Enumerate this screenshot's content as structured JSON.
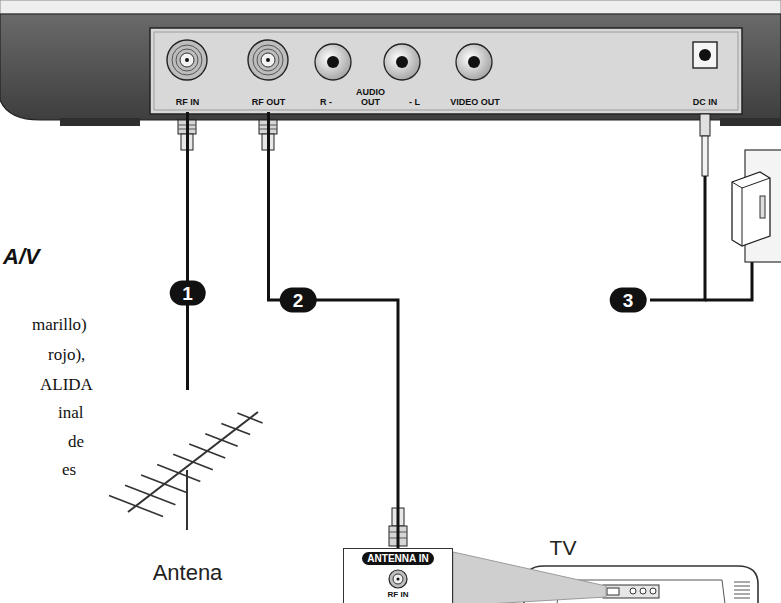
{
  "diagram": {
    "nodes": [
      {
        "text": [
          "RF IN"
        ]
      },
      {
        "text": [
          "RF OUT"
        ]
      },
      {
        "text": [
          "R -",
          "AUDIO OUT",
          "- L"
        ]
      },
      {
        "text": [
          "VIDEO OUT"
        ]
      },
      {
        "text": [
          "DC IN"
        ]
      },
      {
        "text": [
          "Antena"
        ]
      },
      {
        "text": [
          "TV"
        ]
      },
      {
        "text": [
          "ANTENNA IN",
          "RF IN"
        ]
      }
    ],
    "edges": [
      {
        "from": 0,
        "to": 5,
        "arrow": "none",
        "label": "1"
      },
      {
        "from": 1,
        "to": 7,
        "arrow": "none",
        "label": "2"
      }
    ],
    "labels": [
      "A/V",
      "marillo)",
      "rojo),",
      "ALIDA",
      "inal",
      "de",
      "es",
      "3"
    ]
  }
}
